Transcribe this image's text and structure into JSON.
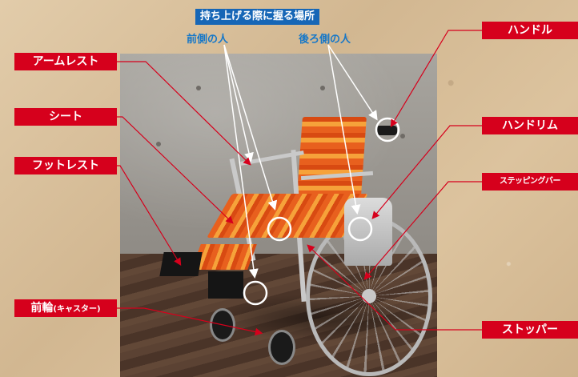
{
  "header": {
    "title": "持ち上げる際に握る場所",
    "front": "前側の人",
    "rear": "後ろ側の人"
  },
  "labels": {
    "armrest": "アームレスト",
    "seat": "シート",
    "footrest": "フットレスト",
    "caster_main": "前輪",
    "caster_sub": "(キャスター)",
    "handle": "ハンドル",
    "handrim": "ハンドリム",
    "stepping_bar": "ステッピングバー",
    "stopper": "ストッパー"
  },
  "colors": {
    "label_bg": "#d6001c",
    "header_bg": "#1666b6",
    "header_text": "#1577c8",
    "leader": "#d6001c"
  }
}
